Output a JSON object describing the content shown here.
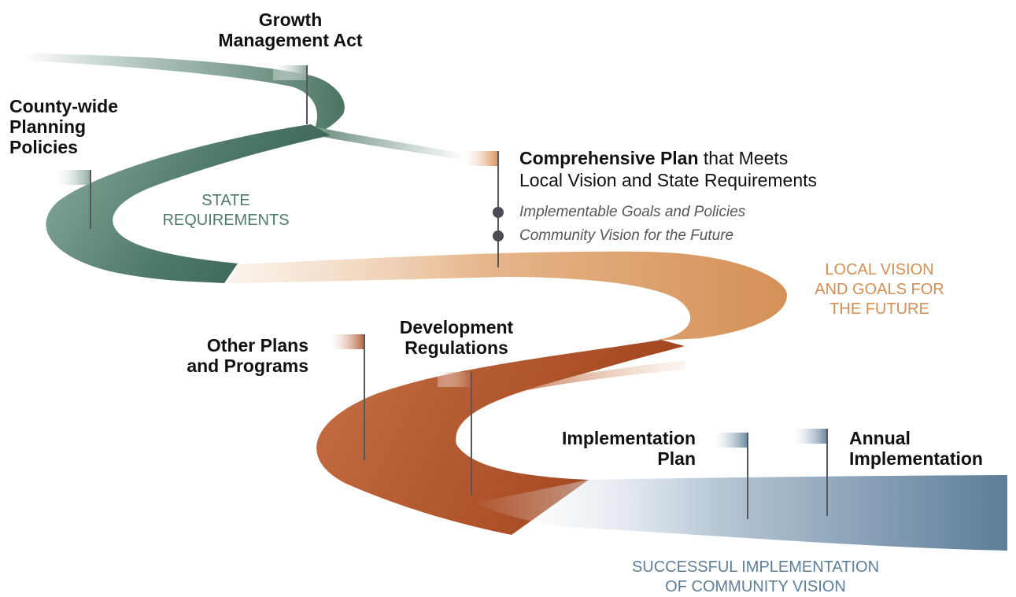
{
  "milestones": {
    "growth_management_act": {
      "line1": "Growth",
      "line2": "Management Act"
    },
    "county_wide_policies": {
      "line1": "County-wide",
      "line2": "Planning",
      "line3": "Policies"
    },
    "comprehensive_plan": {
      "bold": "Comprehensive Plan",
      "rest": " that Meets",
      "line2": "Local Vision and State Requirements",
      "bullets": [
        "Implementable Goals and Policies",
        "Community Vision for the Future"
      ]
    },
    "other_plans": {
      "line1": "Other Plans",
      "line2": "and Programs"
    },
    "development_regulations": {
      "line1": "Development",
      "line2": "Regulations"
    },
    "implementation_plan": {
      "line1": "Implementation",
      "line2": "Plan"
    },
    "annual_implementation": {
      "line1": "Annual",
      "line2": "Implementation"
    }
  },
  "stages": {
    "state": {
      "line1": "STATE",
      "line2": "REQUIREMENTS"
    },
    "local": {
      "line1": "LOCAL VISION",
      "line2": "AND GOALS FOR",
      "line3": "THE FUTURE"
    },
    "implementation": {
      "line1": "SUCCESSFUL IMPLEMENTATION",
      "line2": "OF COMMUNITY VISION"
    }
  },
  "colors": {
    "state_green": "#4f7a69",
    "local_tan": "#d48f55",
    "regulation_rust": "#a84e2a",
    "implementation_blue": "#5d7d98",
    "pole_gray": "#55575b"
  }
}
